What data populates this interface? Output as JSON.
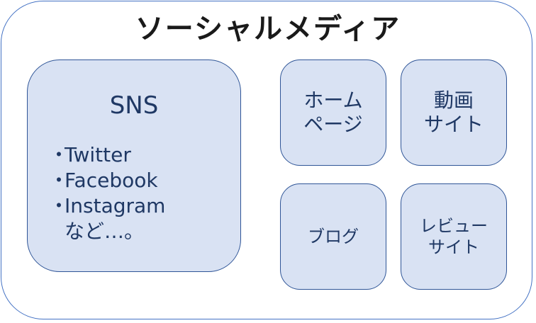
{
  "title": "ソーシャルメディア",
  "sns": {
    "heading": "SNS",
    "bullet_mark": "・",
    "items": [
      "Twitter",
      "Facebook",
      "Instagram"
    ],
    "etc": "など…。"
  },
  "boxes": {
    "homepage": {
      "line1": "ホーム",
      "line2": "ページ"
    },
    "video": {
      "line1": "動画",
      "line2": "サイト"
    },
    "blog": {
      "line1": "ブログ"
    },
    "review": {
      "line1": "レビュー",
      "line2": "サイト"
    }
  },
  "colors": {
    "box_fill": "#d9e2f3",
    "box_border": "#2f5597",
    "frame_border": "#4472c4",
    "text": "#1f3864"
  }
}
